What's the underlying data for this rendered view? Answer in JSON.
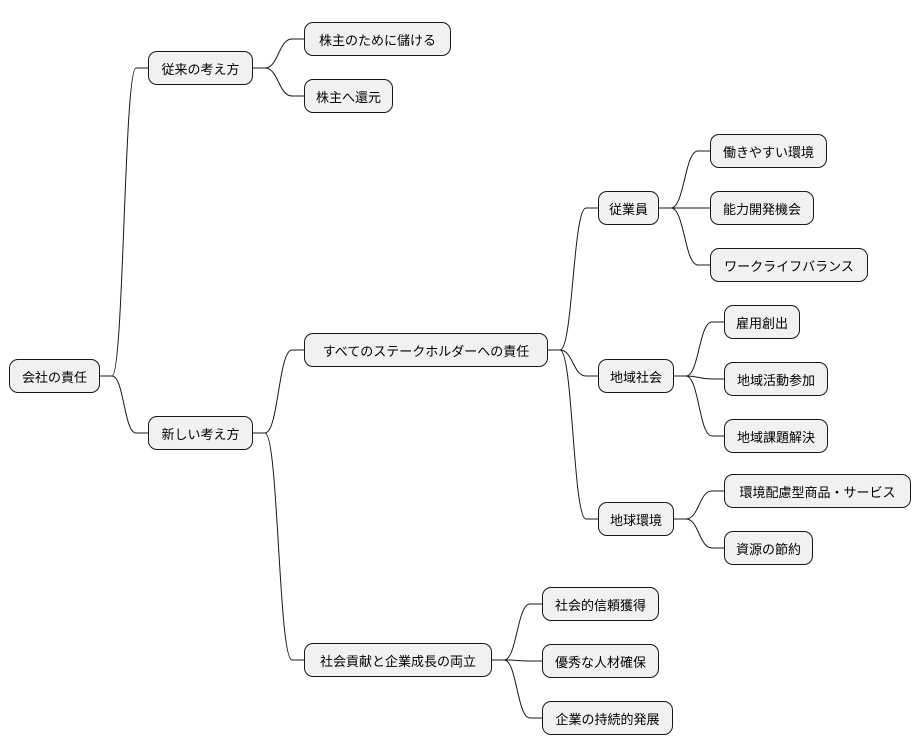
{
  "diagram": {
    "root": {
      "label": "会社の責任"
    },
    "traditional": {
      "label": "従来の考え方",
      "children": [
        "株主のために儲ける",
        "株主へ還元"
      ]
    },
    "modern": {
      "label": "新しい考え方",
      "stakeholders": {
        "label": "すべてのステークホルダーへの責任",
        "employees": {
          "label": "従業員",
          "children": [
            "働きやすい環境",
            "能力開発機会",
            "ワークライフバランス"
          ]
        },
        "community": {
          "label": "地域社会",
          "children": [
            "雇用創出",
            "地域活動参加",
            "地域課題解決"
          ]
        },
        "planet": {
          "label": "地球環境",
          "children": [
            "環境配慮型商品・サービス",
            "資源の節約"
          ]
        }
      },
      "balance": {
        "label": "社会貢献と企業成長の両立",
        "children": [
          "社会的信頼獲得",
          "優秀な人材確保",
          "企業の持続的発展"
        ]
      }
    }
  }
}
